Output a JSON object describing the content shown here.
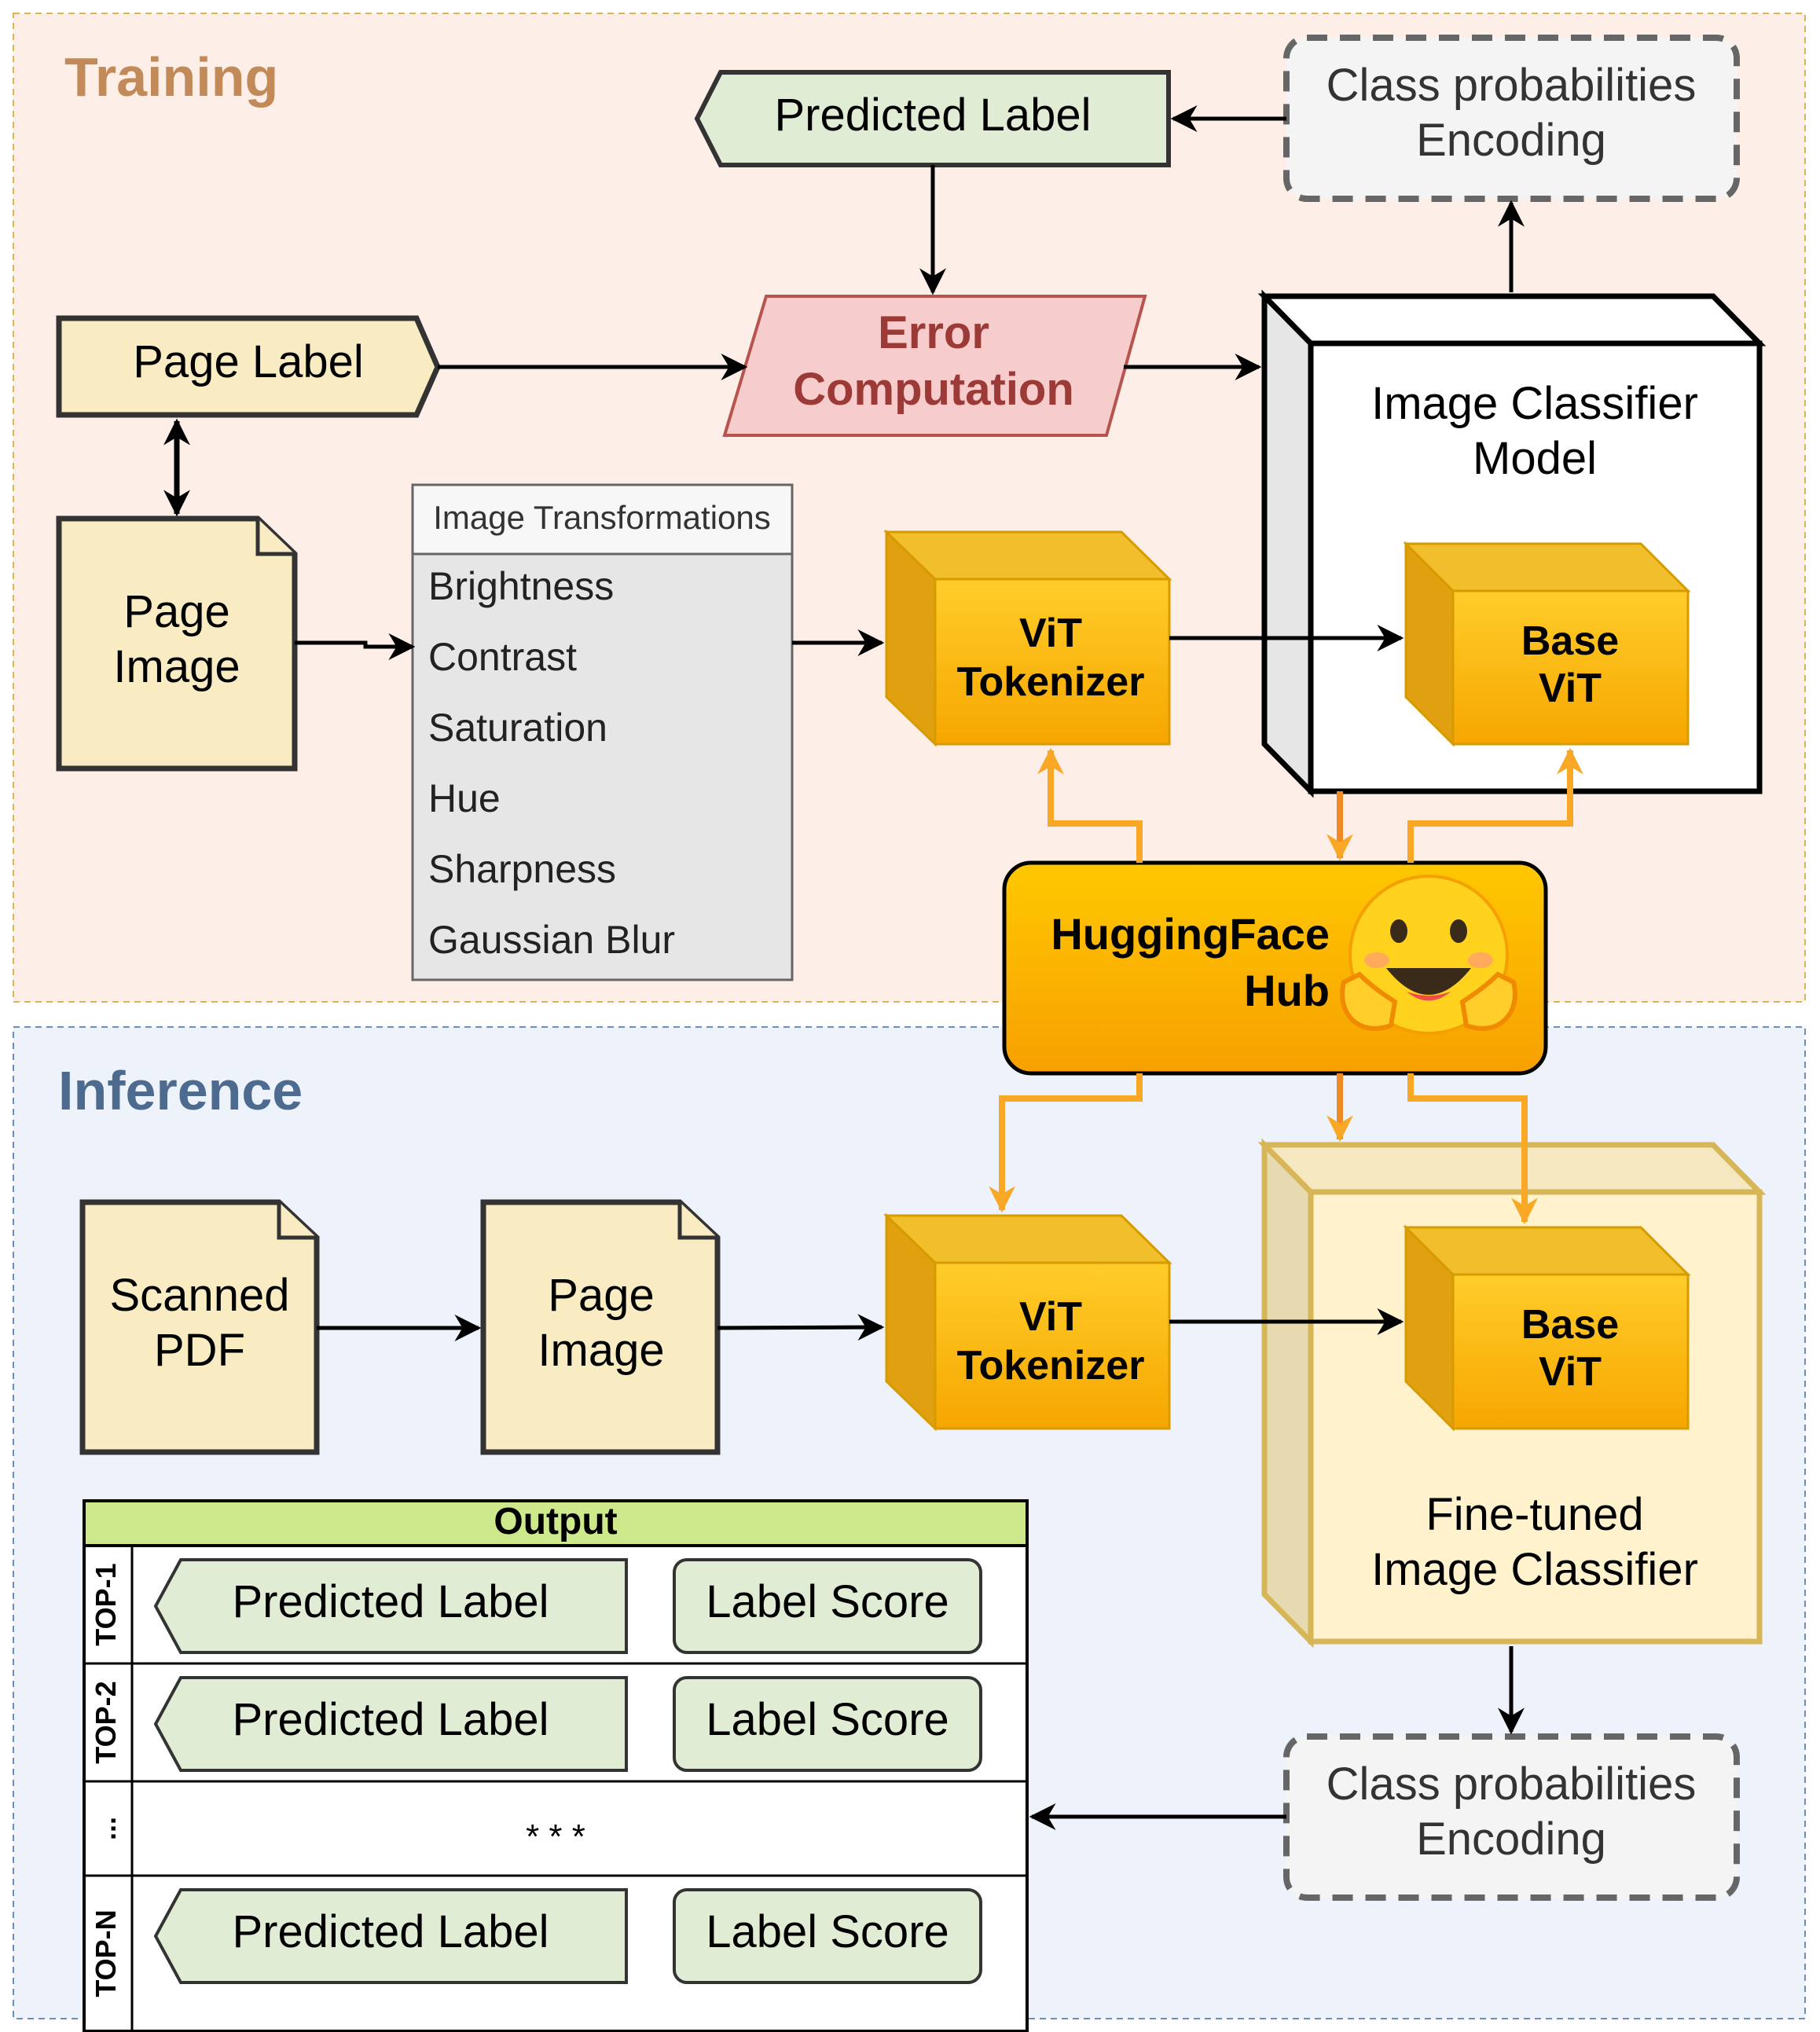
{
  "training": {
    "title": "Training",
    "predicted_label": "Predicted Label",
    "class_prob_line1": "Class probabilities",
    "class_prob_line2": "Encoding",
    "page_label": "Page Label",
    "error_line1": "Error",
    "error_line2": "Computation",
    "model_line1": "Image Classifier",
    "model_line2": "Model",
    "page_image_line1": "Page",
    "page_image_line2": "Image",
    "transformations": {
      "header": "Image Transformations",
      "items": [
        "Brightness",
        "Contrast",
        "Saturation",
        "Hue",
        "Sharpness",
        "Gaussian Blur"
      ]
    },
    "tokenizer_line1": "ViT",
    "tokenizer_line2": "Tokenizer",
    "base_vit_line1": "Base",
    "base_vit_line2": "ViT"
  },
  "hub": {
    "line1": "HuggingFace",
    "line2": "Hub",
    "icon": "hugging-face-emoji-icon"
  },
  "inference": {
    "title": "Inference",
    "scanned_pdf_line1": "Scanned",
    "scanned_pdf_line2": "PDF",
    "page_image_line1": "Page",
    "page_image_line2": "Image",
    "tokenizer_line1": "ViT",
    "tokenizer_line2": "Tokenizer",
    "base_vit_line1": "Base",
    "base_vit_line2": "ViT",
    "finetuned_line1": "Fine-tuned",
    "finetuned_line2": "Image Classifier",
    "class_prob_line1": "Class probabilities",
    "class_prob_line2": "Encoding",
    "output": {
      "header": "Output",
      "rows": [
        {
          "rank": "TOP-1",
          "label": "Predicted Label",
          "score": "Label Score"
        },
        {
          "rank": "TOP-2",
          "label": "Predicted Label",
          "score": "Label Score"
        },
        {
          "rank": "...",
          "ellipsis": "* * *"
        },
        {
          "rank": "TOP-N",
          "label": "Predicted Label",
          "score": "Label Score"
        }
      ]
    }
  },
  "colors": {
    "training_bg": "#fdeee8",
    "training_border": "#d6b656",
    "inference_bg": "#edf2fb",
    "inference_border": "#6c8ebf",
    "training_title": "#c18a58",
    "inference_title": "#4d6a8f",
    "label_green": "#e1ecd5",
    "doc_yellow": "#f9ecc3",
    "error_pink": "#f6cccc",
    "error_text": "#9b3a36",
    "vit_orange": "#ffbf1a",
    "hub_orange": "#fbb200",
    "arrow_orange": "#f9a825",
    "output_header": "#cde98c",
    "finetuned_bg": "#fff2cc"
  }
}
